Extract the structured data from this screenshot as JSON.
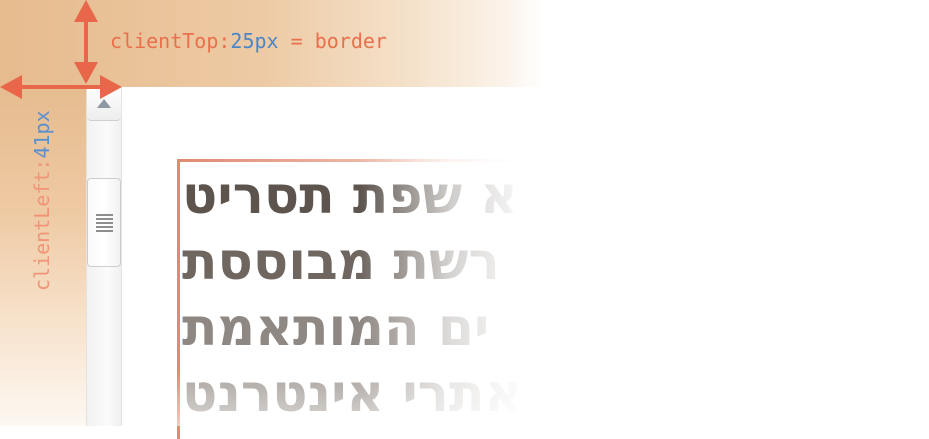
{
  "annotations": {
    "client_top": {
      "prop": "clientTop:",
      "value": "25px",
      "suffix": " = border"
    },
    "client_left": {
      "prop": "clientLeft:",
      "value": "41px"
    }
  },
  "content": {
    "lines": [
      "א שפת תסריט",
      "רשת מבוססת",
      "ים המותאמת",
      "אתרי אינטרנט"
    ]
  },
  "colors": {
    "annotation_text": "#e8704c",
    "annotation_value": "#4a86c8",
    "arrow": "#e8674a",
    "border_band": "#e6bb8e",
    "content_edge": "#e08a72",
    "scroll_arrow": "#8f97a3"
  },
  "icons": {
    "scroll_up": "triangle-up-icon",
    "grip": "grip-lines-icon",
    "arrows": "double-headed-arrow-icon"
  }
}
